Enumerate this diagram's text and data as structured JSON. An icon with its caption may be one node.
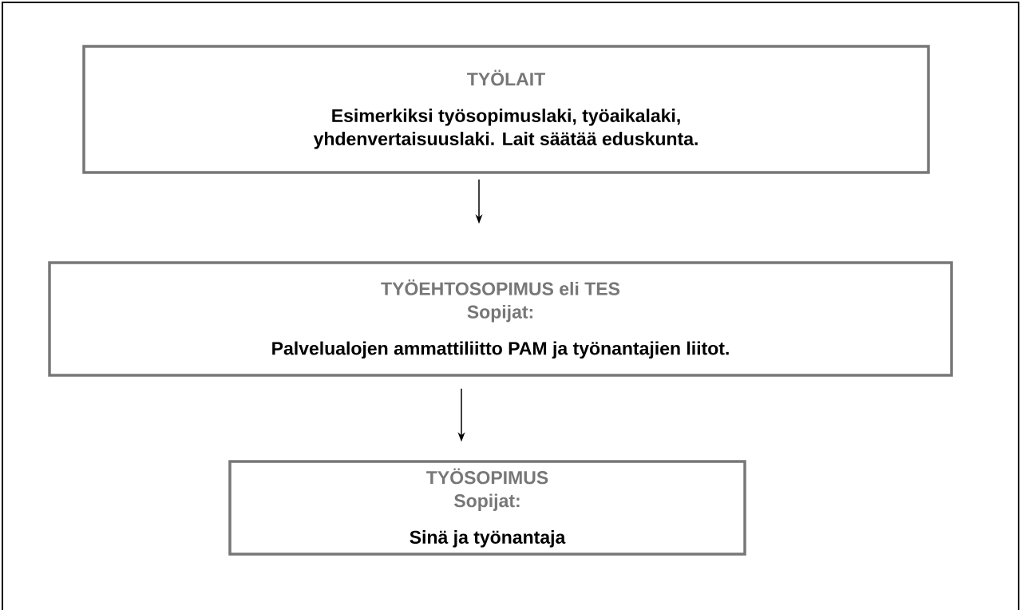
{
  "diagram": {
    "nodes": [
      {
        "text": [
          "TYÖLAIT",
          "Esimerkiksi työsopimuslaki, työaikalaki, yhdenvertaisuuslaki. Lait säätää eduskunta."
        ]
      },
      {
        "text": [
          "TYÖEHTOSOPIMUS eli TES",
          "Sopijat:",
          "Palvelualojen ammattiliitto PAM ja työnantajien liitot."
        ]
      },
      {
        "text": [
          "TYÖSOPIMUS",
          "Sopijat:",
          "Sinä ja työnantaja"
        ]
      }
    ],
    "edges": [
      {
        "from": 0,
        "to": 1,
        "arrow": "to"
      },
      {
        "from": 1,
        "to": 2,
        "arrow": "to"
      }
    ]
  }
}
